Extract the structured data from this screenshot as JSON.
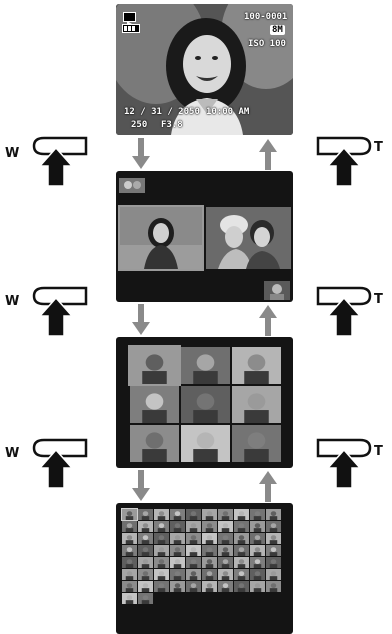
{
  "single_view": {
    "play_icon": "playback-icon",
    "battery_icon": "battery-icon",
    "frame_number": "100-0001",
    "image_size": "8M",
    "iso": "ISO 100",
    "date": "12 / 31 / 2050",
    "time": "10:00 AM",
    "shutter": "250",
    "aperture": "F3.8"
  },
  "controls": {
    "wide_label": "W",
    "tele_label": "T"
  },
  "icons": {
    "down_arrow": "arrow-down-icon",
    "up_arrow": "arrow-up-icon",
    "zoom_button": "zoom-lever-icon"
  },
  "colors": {
    "arrow": "#8a8a8a",
    "screen_bg": "#141414",
    "selection_frame": "#9a9a9a"
  }
}
